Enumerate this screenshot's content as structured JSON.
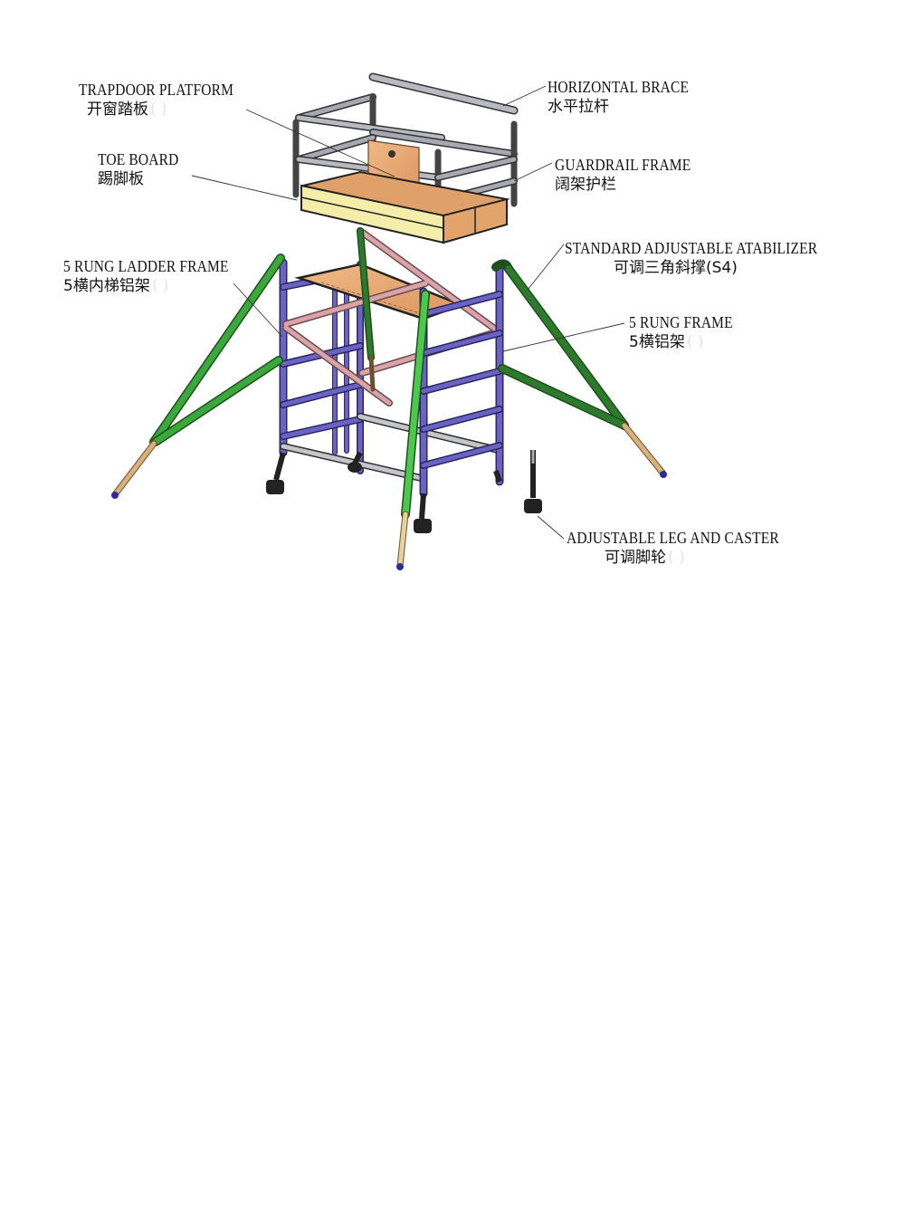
{
  "diagram": {
    "title_cutoff": "",
    "subject": "Mobile aluminium scaffold tower – exploded view",
    "colors": {
      "background": "#ffffff",
      "frame_purple": "#6b63c4",
      "stabilizer_green": "#3aa83a",
      "stabilizer_green_dark": "#2d7a2d",
      "brace_pink": "#d9a3a8",
      "platform_wood": "#e7a772",
      "toe_board_yellow": "#f4eeaa",
      "guardrail_grey": "#8e8e96",
      "leg_extension_tan": "#d8b07a",
      "foot_cap_blue": "#2b2b9a",
      "label_text": "#111111"
    }
  },
  "labels": [
    {
      "id": "trapdoor-platform",
      "en": "TRAPDOOR PLATFORM",
      "zh": "开窗踏板",
      "code_hidden": "(        )"
    },
    {
      "id": "toe-board",
      "en": "TOE BOARD",
      "zh": "踢脚板",
      "code_hidden": ""
    },
    {
      "id": "horizontal-brace",
      "en": "HORIZONTAL BRACE",
      "zh": "水平拉杆",
      "code_hidden": ""
    },
    {
      "id": "guardrail-frame",
      "en": "GUARDRAIL FRAME",
      "zh": "阔架护栏",
      "code_hidden": ""
    },
    {
      "id": "five-rung-ladder-frame",
      "en": "5 RUNG LADDER FRAME",
      "zh": "5横内梯铝架",
      "code_hidden": "(    )"
    },
    {
      "id": "standard-adjustable-stabilizer",
      "en": "STANDARD ADJUSTABLE ATABILIZER",
      "zh": "可调三角斜撑(S4)",
      "code_hidden": ""
    },
    {
      "id": "five-rung-frame",
      "en": "5 RUNG FRAME",
      "zh": "5横铝架",
      "code_hidden": "(    )"
    },
    {
      "id": "adjustable-leg-and-caster",
      "en": "ADJUSTABLE LEG AND CASTER",
      "zh": "可调脚轮",
      "code_hidden": "(    )"
    }
  ]
}
